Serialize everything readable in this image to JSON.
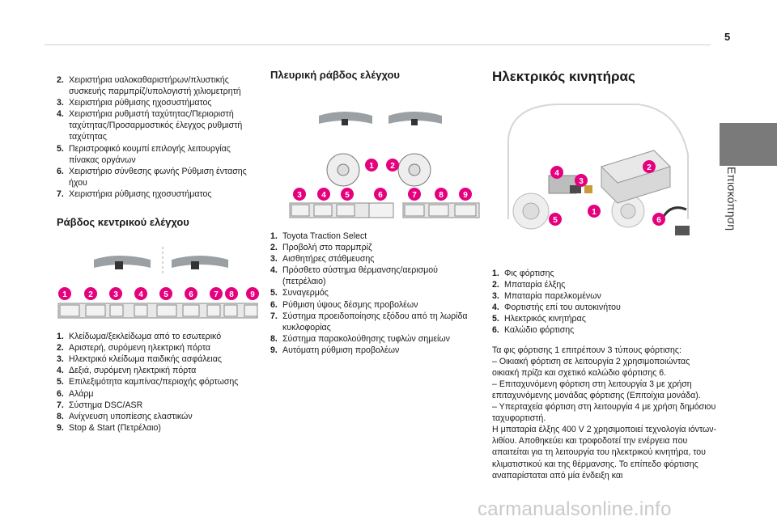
{
  "page_number": "5",
  "side_tab": {
    "label": "Επισκόπηση",
    "color": "#7a7a7a"
  },
  "col1": {
    "items_top": [
      {
        "n": "2.",
        "t": "Χειριστήρια υαλοκαθαριστήρων/πλυστικής συσκευής παρμπρίζ/υπολογιστή χιλιομετρητή"
      },
      {
        "n": "3.",
        "t": "Χειριστήρια ρύθμισης ηχοσυστήματος"
      },
      {
        "n": "4.",
        "t": "Χειριστήρια ρυθμιστή ταχύτητας/Περιοριστή ταχύτητας/Προσαρμοστικός έλεγχος ρυθμιστή ταχύτητας"
      },
      {
        "n": "5.",
        "t": "Περιστροφικό κουμπί επιλογής λειτουργίας πίνακας οργάνων"
      },
      {
        "n": "6.",
        "t": "Χειριστήριο σύνθεσης φωνής Ρύθμιση έντασης ήχου"
      },
      {
        "n": "7.",
        "t": "Χειριστήρια ρύθμισης ηχοσυστήματος"
      }
    ],
    "heading": "Ράβδος κεντρικού ελέγχου",
    "items_bottom": [
      {
        "n": "1.",
        "t": "Κλείδωμα/ξεκλείδωμα από το εσωτερικό"
      },
      {
        "n": "2.",
        "t": "Αριστερή, συρόμενη ηλεκτρική πόρτα"
      },
      {
        "n": "3.",
        "t": "Ηλεκτρικό κλείδωμα παιδικής ασφάλειας"
      },
      {
        "n": "4.",
        "t": "Δεξιά, συρόμενη ηλεκτρική πόρτα"
      },
      {
        "n": "5.",
        "t": "Επιλεξιμότητα καμπίνας/περιοχής φόρτωσης"
      },
      {
        "n": "6.",
        "t": "Αλάρμ"
      },
      {
        "n": "7.",
        "t": "Σύστημα DSC/ASR"
      },
      {
        "n": "8.",
        "t": "Ανίχνευση υποπίεσης ελαστικών"
      },
      {
        "n": "9.",
        "t": "Stop & Start (Πετρέλαιο)"
      }
    ],
    "badges": [
      "1",
      "2",
      "3",
      "4",
      "5",
      "6",
      "7",
      "8",
      "9"
    ]
  },
  "col2": {
    "heading": "Πλευρική ράβδος ελέγχου",
    "badges_top": [
      "1",
      "2"
    ],
    "badges_bottom": [
      "3",
      "4",
      "5",
      "6",
      "7",
      "8",
      "9"
    ],
    "items": [
      {
        "n": "1.",
        "t": "Toyota Traction Select"
      },
      {
        "n": "2.",
        "t": "Προβολή στο παρμπρίζ"
      },
      {
        "n": "3.",
        "t": "Αισθητήρες στάθμευσης"
      },
      {
        "n": "4.",
        "t": "Πρόσθετο σύστημα θέρμανσης/αερισμού (πετρέλαιο)"
      },
      {
        "n": "5.",
        "t": "Συναγερμός"
      },
      {
        "n": "6.",
        "t": "Ρύθμιση ύψους δέσμης προβολέων"
      },
      {
        "n": "7.",
        "t": "Σύστημα προειδοποίησης εξόδου από τη λωρίδα κυκλοφορίας"
      },
      {
        "n": "8.",
        "t": "Σύστημα παρακολούθησης τυφλών σημείων"
      },
      {
        "n": "9.",
        "t": "Αυτόματη ρύθμιση προβολέων"
      }
    ]
  },
  "col3": {
    "heading": "Ηλεκτρικός κινητήρας",
    "badges": [
      "1",
      "2",
      "3",
      "4",
      "5",
      "6"
    ],
    "items": [
      {
        "n": "1.",
        "t": "Φις φόρτισης"
      },
      {
        "n": "2.",
        "t": "Μπαταρία έλξης"
      },
      {
        "n": "3.",
        "t": "Μπαταρία παρελκομένων"
      },
      {
        "n": "4.",
        "t": "Φορτιστής επί του αυτοκινήτου"
      },
      {
        "n": "5.",
        "t": "Ηλεκτρικός κινητήρας"
      },
      {
        "n": "6.",
        "t": "Καλώδιο φόρτισης"
      }
    ],
    "paragraphs": [
      "Τα φις φόρτισης 1 επιτρέπουν 3 τύπους φόρτισης:",
      "– Οικιακή φόρτιση σε λειτουργία 2 χρησιμοποιώντας οικιακή πρίζα και σχετικό καλώδιο φόρτισης 6.",
      "– Επιταχυνόμενη φόρτιση στη λειτουργία 3 με χρήση επιταχυνόμενης μονάδας φόρτισης (Επιτοίχια μονάδα).",
      "– Υπερταχεία φόρτιση στη λειτουργία 4 με χρήση δημόσιου ταχυφορτιστή.",
      "Η μπαταρία έλξης 400 V 2 χρησιμοποιεί τεχνολογία ιόντων-λιθίου. Αποθηκεύει και τροφοδοτεί την ενέργεια που απαιτείται για τη λειτουργία του ηλεκτρικού κινητήρα, του κλιματιστικού και της θέρμανσης. Το επίπεδο φόρτισης αναπαρίσταται από μία ένδειξη και"
    ]
  },
  "badge_color": "#e5007e",
  "watermark": "carmanualsonline.info"
}
